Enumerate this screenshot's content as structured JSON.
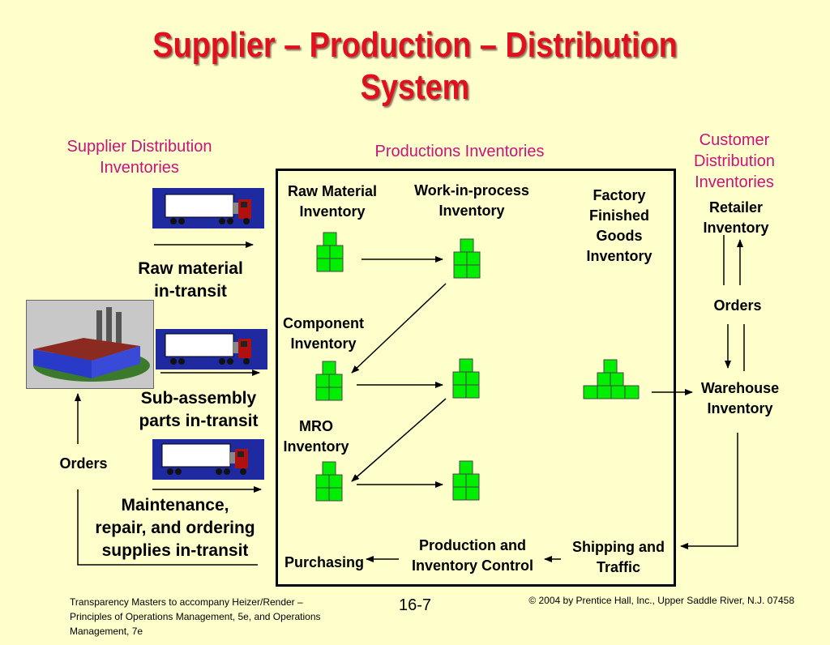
{
  "title_line1": "Supplier – Production – Distribution",
  "title_line2": "System",
  "supplier_heading": [
    "Supplier Distribution",
    "Inventories"
  ],
  "production_heading": "Productions Inventories",
  "customer_heading": [
    "Customer",
    "Distribution",
    "Inventories"
  ],
  "transit_labels": {
    "raw": [
      "Raw material",
      "in-transit"
    ],
    "sub": [
      "Sub-assembly",
      "parts in-transit"
    ],
    "mro": [
      "Maintenance,",
      "repair, and ordering",
      "supplies in-transit"
    ]
  },
  "orders_left": "Orders",
  "production_labels": {
    "raw_material": [
      "Raw Material",
      "Inventory"
    ],
    "wip": [
      "Work-in-process",
      "Inventory"
    ],
    "finished": [
      "Factory",
      "Finished",
      "Goods",
      "Inventory"
    ],
    "component": [
      "Component",
      "Inventory"
    ],
    "mro": [
      "MRO",
      "Inventory"
    ],
    "purchasing": "Purchasing",
    "pic": [
      "Production and",
      "Inventory Control"
    ],
    "shipping": [
      "Shipping and",
      "Traffic"
    ]
  },
  "customer_labels": {
    "retailer": [
      "Retailer",
      "Inventory"
    ],
    "orders": "Orders",
    "warehouse": [
      "Warehouse",
      "Inventory"
    ]
  },
  "footer": {
    "left": [
      "Transparency Masters to accompany Heizer/Render –",
      "Principles of Operations Management, 5e, and Operations",
      "Management, 7e"
    ],
    "page": "16-7",
    "right": "© 2004 by Prentice Hall, Inc.,  Upper Saddle River, N.J. 07458"
  },
  "colors": {
    "background": "#ffffcc",
    "title": "#e0101e",
    "heading": "#c8147a",
    "box": "#00ee00",
    "truck_bg": "#1f2aa0"
  }
}
